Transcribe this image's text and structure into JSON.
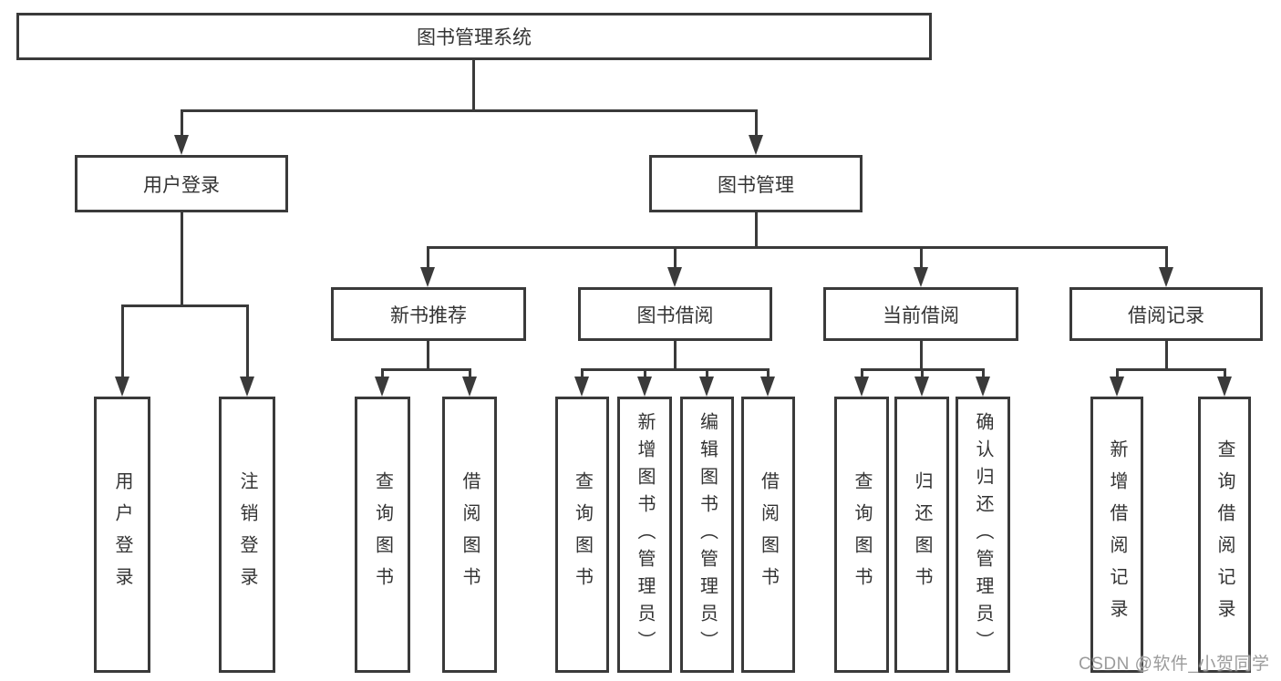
{
  "diagram": {
    "watermark": "CSDN @软件_小贺同学",
    "colors": {
      "line": "#3a3a3a",
      "box_border": "#3a3a3a",
      "text": "#333333",
      "background": "#ffffff",
      "watermark": "#9b9b9b"
    },
    "tree": {
      "label": "图书管理系统",
      "children": [
        {
          "label": "用户登录",
          "children": [
            {
              "label": "用户登录"
            },
            {
              "label": "注销登录"
            }
          ]
        },
        {
          "label": "图书管理",
          "children": [
            {
              "label": "新书推荐",
              "children": [
                {
                  "label": "查询图书"
                },
                {
                  "label": "借阅图书"
                }
              ]
            },
            {
              "label": "图书借阅",
              "children": [
                {
                  "label": "查询图书"
                },
                {
                  "label": "新增图书（管理员）"
                },
                {
                  "label": "编辑图书（管理员）"
                },
                {
                  "label": "借阅图书"
                }
              ]
            },
            {
              "label": "当前借阅",
              "children": [
                {
                  "label": "查询图书"
                },
                {
                  "label": "归还图书"
                },
                {
                  "label": "确认归还（管理员）"
                }
              ]
            },
            {
              "label": "借阅记录",
              "children": [
                {
                  "label": "新增借阅记录"
                },
                {
                  "label": "查询借阅记录"
                }
              ]
            }
          ]
        }
      ]
    }
  }
}
